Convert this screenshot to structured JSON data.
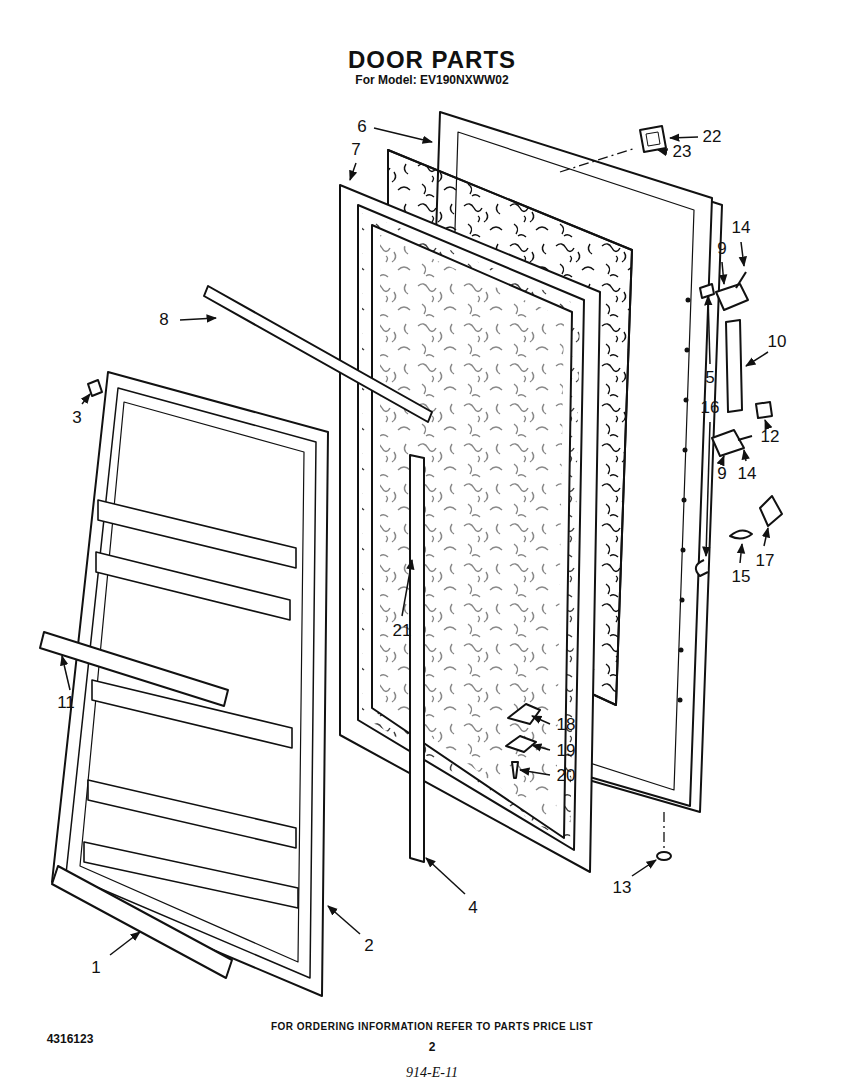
{
  "diagram": {
    "title": "DOOR PARTS",
    "caption": "FOR ORDERING INFORMATION REFER TO PARTS PRICE LIST",
    "labels": [
      "For Model: EV190NXWW02",
      "6",
      "22",
      "7",
      "23",
      "14",
      "9",
      "8",
      "10",
      "5",
      "3",
      "16",
      "12",
      "14",
      "9",
      "17",
      "15",
      "11",
      "21",
      "18",
      "19",
      "20",
      "13",
      "4",
      "2",
      "1",
      "4316123",
      "2",
      "914-E-11"
    ]
  }
}
